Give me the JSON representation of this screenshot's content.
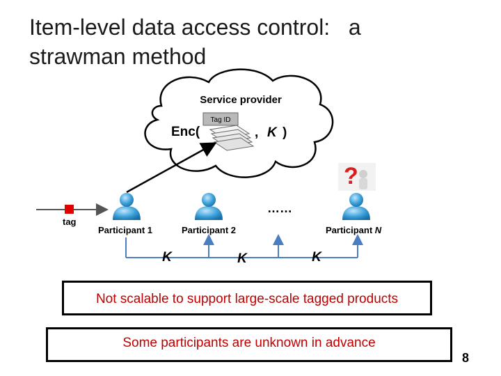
{
  "slide": {
    "title_line1": "Item-level data access control:   a",
    "title_line2": "strawman method",
    "page_number": "8"
  },
  "diagram": {
    "cloud_label": "Service provider",
    "enc_label": "Enc(",
    "tag_id_label": "Tag ID",
    "comma": ",",
    "key_symbol": "K",
    "close_paren": ")",
    "tag_label": "tag",
    "ellipsis": "……",
    "participants": [
      {
        "label": "Participant 1",
        "suffix": ""
      },
      {
        "label": "Participant 2",
        "suffix": ""
      },
      {
        "label": "Participant ",
        "suffix": "N"
      }
    ],
    "key_labels": [
      "K",
      "K",
      "K"
    ],
    "question_mark": "?",
    "colors": {
      "person": "#3aa0d8",
      "tag": "#e00000",
      "question": "#d81e1e"
    }
  },
  "callouts": {
    "box1": "Not scalable to support large-scale tagged products",
    "box2": "Some participants  are  unknown in advance"
  }
}
